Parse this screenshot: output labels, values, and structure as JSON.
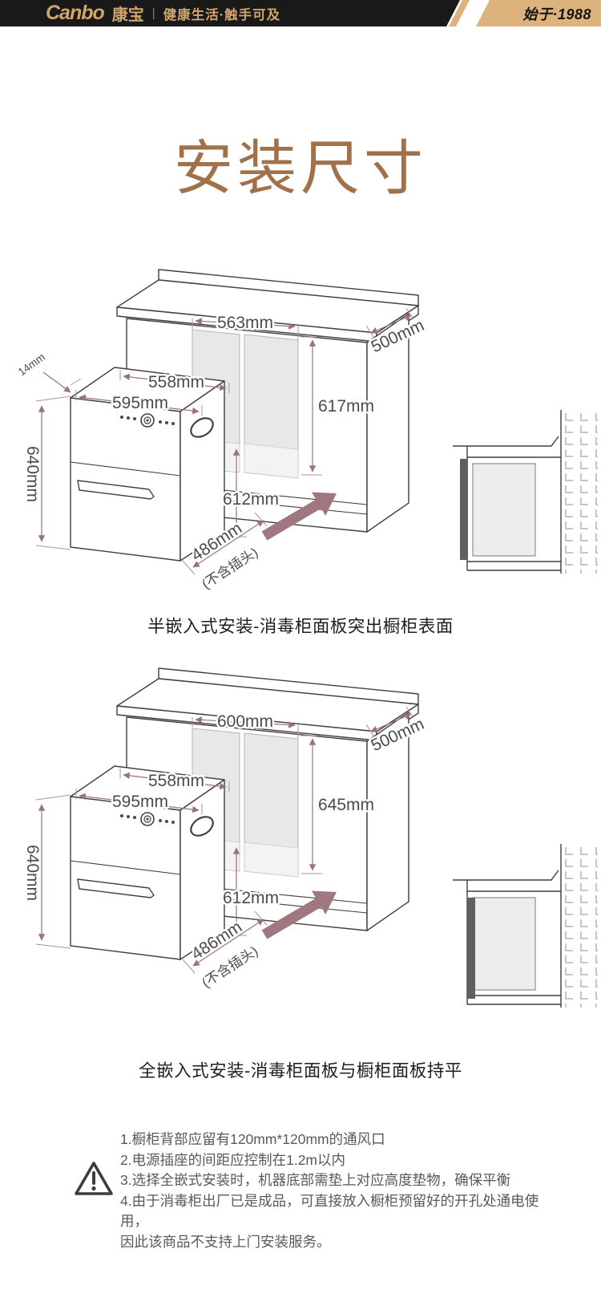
{
  "header": {
    "brand": "Canbo",
    "brand_cn": "康宝",
    "divider": "|",
    "slogan": "健康生活·触手可及",
    "badge": "始于·1988"
  },
  "title": "安装尺寸",
  "diagrams": [
    {
      "caption": "半嵌入式安装-消毒柜面板突出橱柜表面",
      "panel_style": "protruding",
      "dims": {
        "opening_width": "563mm",
        "depth": "500mm",
        "top_width": "558mm",
        "front_width": "595mm",
        "opening_height": "617mm",
        "body_height": "640mm",
        "lower_height": "612mm",
        "body_depth": "486mm",
        "body_depth_note": "(不含插头)",
        "panel_offset": "14mm"
      }
    },
    {
      "caption": "全嵌入式安装-消毒柜面板与橱柜面板持平",
      "panel_style": "flush",
      "dims": {
        "opening_width": "600mm",
        "depth": "500mm",
        "top_width": "558mm",
        "front_width": "595mm",
        "opening_height": "645mm",
        "body_height": "640mm",
        "lower_height": "612mm",
        "body_depth": "486mm",
        "body_depth_note": "(不含插头)"
      }
    }
  ],
  "notes": {
    "lines": [
      "1.橱柜背部应留有120mm*120mm的通风口",
      "2.电源插座的间距应控制在1.2m以内",
      "3.选择全嵌式安装时，机器底部需垫上对应高度垫物，确保平衡",
      "4.由于消毒柜出厂已是成品，可直接放入橱柜预留好的开孔处通电使用，",
      "因此该商品不支持上门安装服务。"
    ]
  },
  "colors": {
    "gold": "#cfa56b",
    "badge_bg": "#dcb37c",
    "header_bg": "#191919",
    "title": "#a1714a",
    "dimension": "#9c7276",
    "insert_arrow": "#a1777f"
  }
}
